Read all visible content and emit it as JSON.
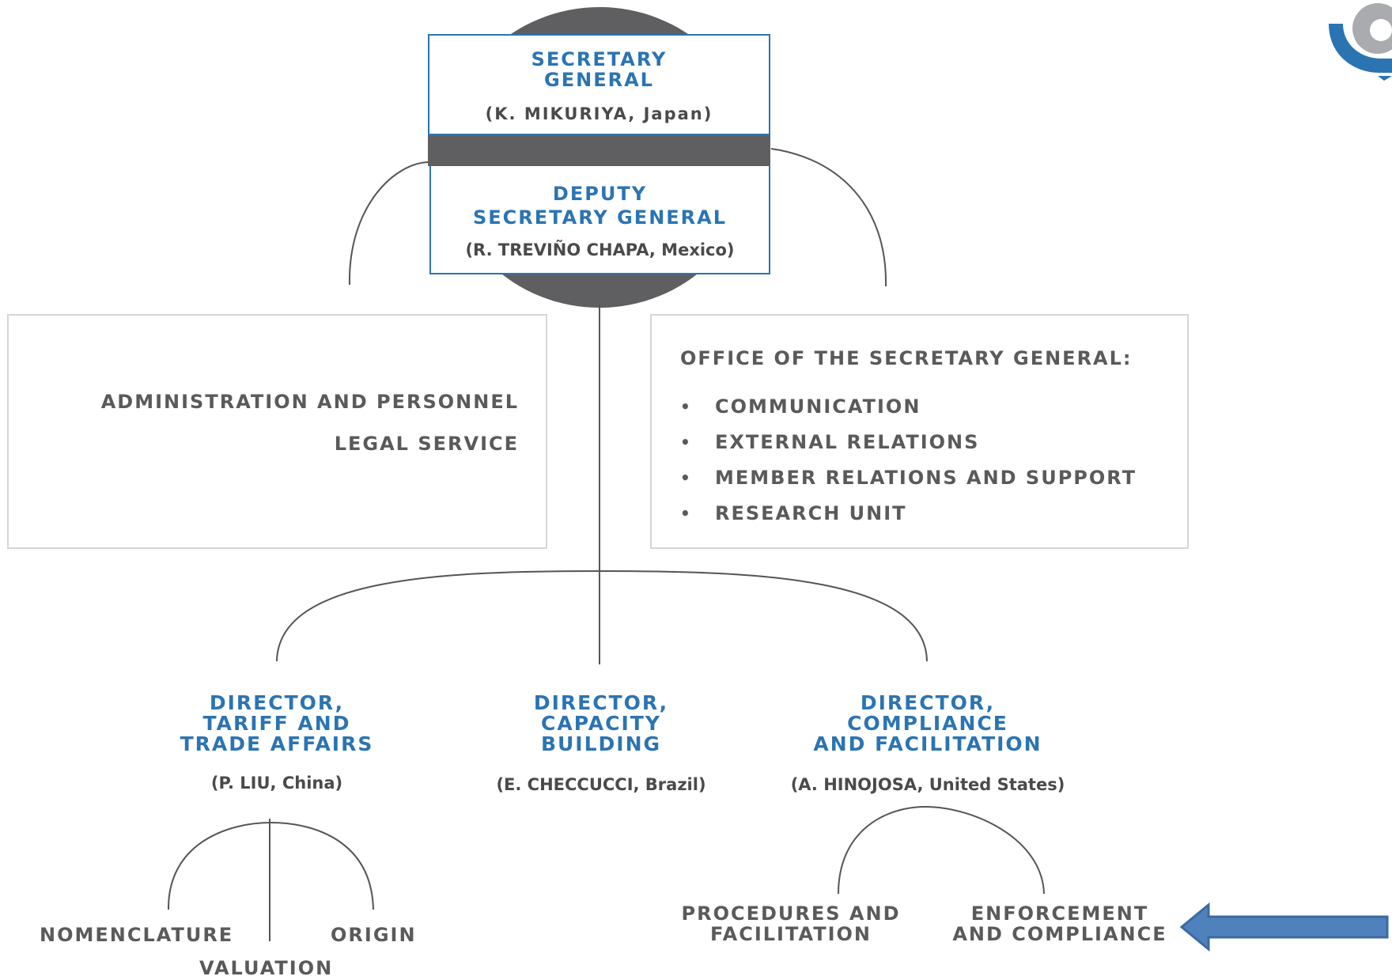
{
  "secretary_general": {
    "title_line1": "SECRETARY",
    "title_line2": "GENERAL",
    "name": "(K. MIKURIYA, Japan)"
  },
  "deputy": {
    "title_line1": "DEPUTY",
    "title_line2": "SECRETARY GENERAL",
    "name": "(R. TREVIÑO CHAPA, Mexico)"
  },
  "left_panel": {
    "line1": "ADMINISTRATION AND PERSONNEL",
    "line2": "LEGAL SERVICE"
  },
  "right_panel": {
    "heading": "OFFICE OF THE SECRETARY GENERAL:",
    "items": [
      "COMMUNICATION",
      "EXTERNAL RELATIONS",
      "MEMBER RELATIONS AND SUPPORT",
      "RESEARCH UNIT"
    ]
  },
  "directors": [
    {
      "line1": "DIRECTOR,",
      "line2": "TARIFF AND",
      "line3": "TRADE AFFAIRS",
      "name": "(P. LIU, China)"
    },
    {
      "line1": "DIRECTOR,",
      "line2": "CAPACITY",
      "line3": "BUILDING",
      "name": "(E. CHECCUCCI, Brazil)"
    },
    {
      "line1": "DIRECTOR,",
      "line2": "COMPLIANCE",
      "line3": "AND FACILITATION",
      "name": "(A. HINOJOSA, United States)"
    }
  ],
  "sub_units": {
    "tariff": [
      "NOMENCLATURE",
      "VALUATION",
      "ORIGIN"
    ],
    "compliance": [
      {
        "line1": "PROCEDURES AND",
        "line2": "FACILITATION"
      },
      {
        "line1": "ENFORCEMENT",
        "line2": "AND COMPLIANCE"
      }
    ]
  },
  "colors": {
    "accent_blue": "#2b74b2",
    "dark_gray": "#5f5f62",
    "arrow_fill": "#4f81bd",
    "logo_gray": "#a9abae"
  },
  "icons": {
    "logo": "wco-logo-icon",
    "arrow": "left-arrow-icon"
  }
}
